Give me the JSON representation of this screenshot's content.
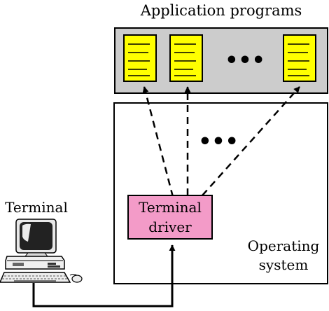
{
  "labels": {
    "application_programs": "Application programs",
    "terminal": "Terminal",
    "terminal_driver_line1": "Terminal",
    "terminal_driver_line2": "driver",
    "operating_system_line1": "Operating",
    "operating_system_line2": "system",
    "app_ellipsis": "•••",
    "os_ellipsis": "•••"
  },
  "colors": {
    "app_panel": "#cccccc",
    "program_doc": "#ffff00",
    "driver_box": "#f39bc8",
    "lines": "#000000"
  },
  "icons": {
    "program": "document-icon",
    "terminal": "desktop-computer-icon"
  }
}
